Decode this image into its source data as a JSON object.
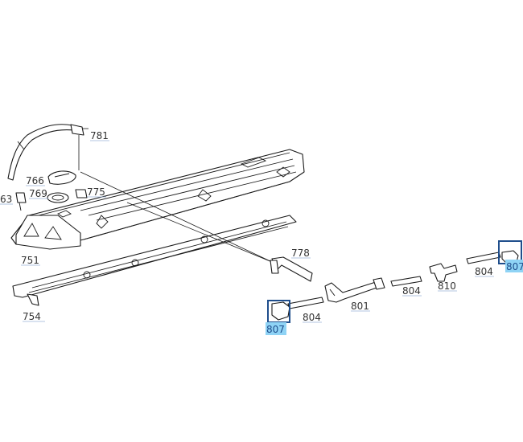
{
  "callouts": {
    "p781": "781",
    "p766": "766",
    "p769": "769",
    "p775": "775",
    "p63": "63",
    "p751": "751",
    "p754": "754",
    "p778": "778",
    "p807_left": "807",
    "p804_a": "804",
    "p801": "801",
    "p804_b": "804",
    "p810": "810",
    "p804_c": "804",
    "p807_right": "807"
  },
  "colors": {
    "highlight_fill": "#8fd3f5",
    "highlight_border": "#1f4e8c",
    "line": "#1a1a1a"
  }
}
